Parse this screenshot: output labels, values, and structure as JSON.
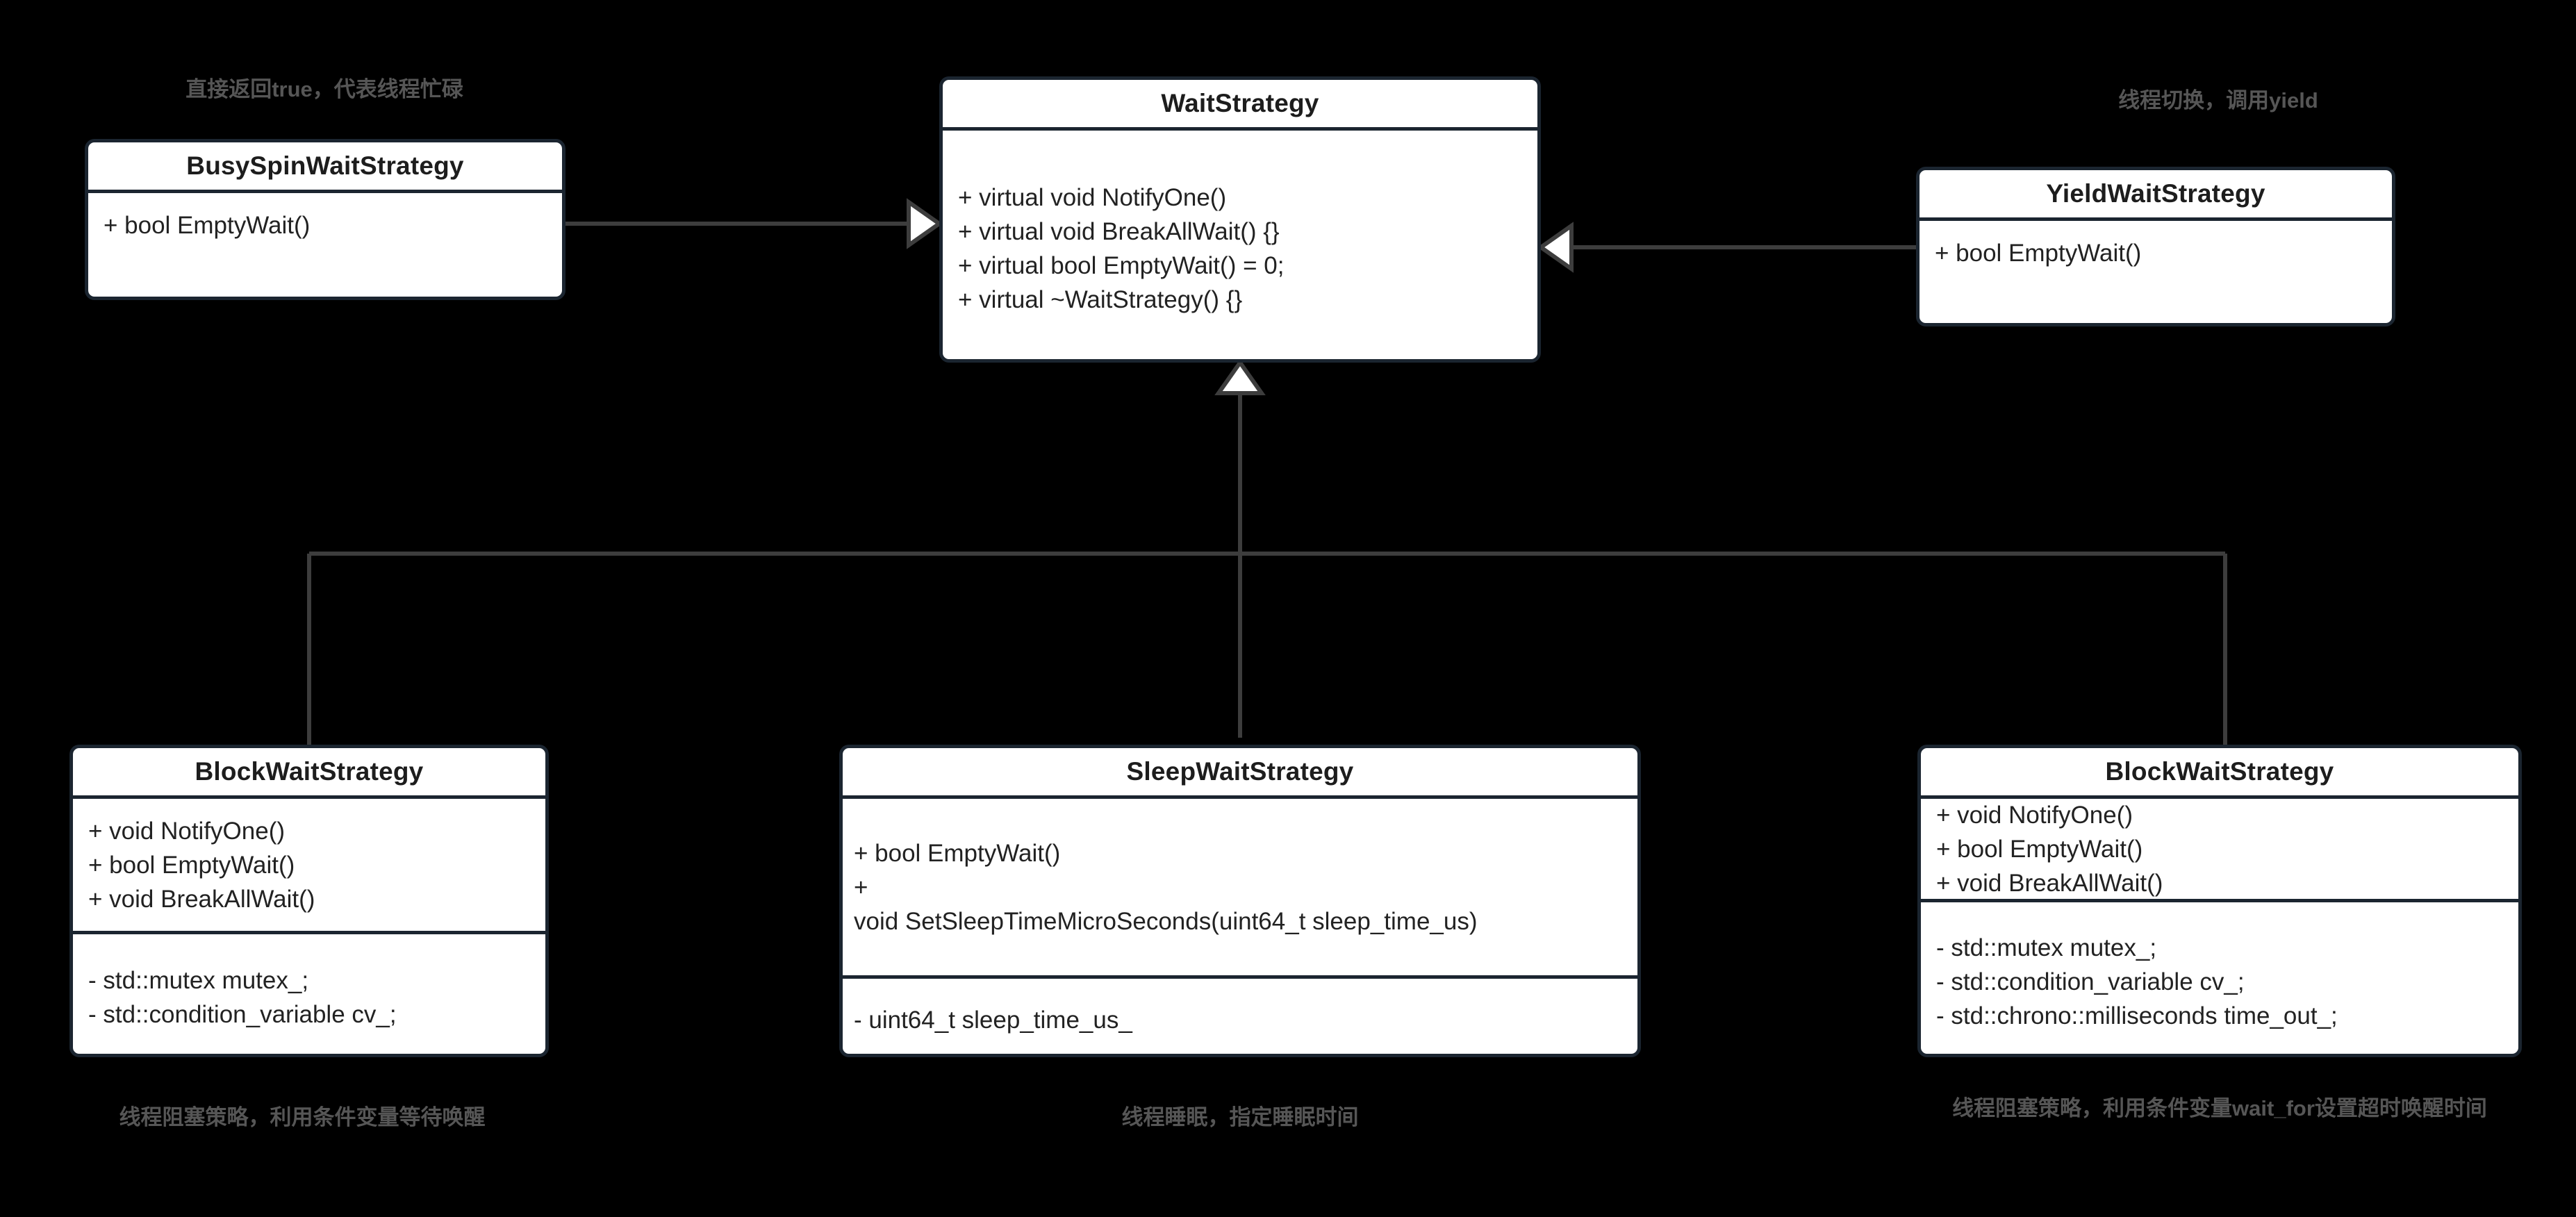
{
  "diagram": {
    "title": "WaitStrategy class hierarchy",
    "background_color": "#000000",
    "box_fill": "#ffffff",
    "box_border": "#1b2530",
    "annotation_color": "#565656",
    "edge_color": "#3d3d3d"
  },
  "classes": {
    "wait_strategy": {
      "name": "WaitStrategy",
      "methods": [
        "+ virtual void NotifyOne()",
        "+ virtual void BreakAllWait() {}",
        "+ virtual bool EmptyWait() = 0;",
        "+ virtual ~WaitStrategy() {}"
      ]
    },
    "busy_spin": {
      "name": "BusySpinWaitStrategy",
      "methods": [
        "+ bool EmptyWait()"
      ]
    },
    "yield": {
      "name": "YieldWaitStrategy",
      "methods": [
        "+ bool EmptyWait()"
      ]
    },
    "block_left": {
      "name": "BlockWaitStrategy",
      "methods": [
        "+ void NotifyOne()",
        "+ bool EmptyWait()",
        "+ void BreakAllWait()"
      ],
      "attributes": [
        "- std::mutex mutex_;",
        "- std::condition_variable cv_;"
      ]
    },
    "sleep": {
      "name": "SleepWaitStrategy",
      "methods": [
        "+ bool EmptyWait()",
        "+",
        "void SetSleepTimeMicroSeconds(uint64_t sleep_time_us)"
      ],
      "attributes": [
        "- uint64_t sleep_time_us_"
      ]
    },
    "block_right": {
      "name": "BlockWaitStrategy",
      "methods": [
        "+ void NotifyOne()",
        "+ bool EmptyWait()",
        "+ void BreakAllWait()"
      ],
      "attributes": [
        "- std::mutex mutex_;",
        "- std::condition_variable cv_;",
        "- std::chrono::milliseconds time_out_;"
      ]
    }
  },
  "annotations": {
    "busy_spin_note": "直接返回true，代表线程忙碌",
    "yield_note": "线程切换，调用yield",
    "block_left_note": "线程阻塞策略，利用条件变量等待唤醒",
    "sleep_note": "线程睡眠，指定睡眠时间",
    "block_right_note": "线程阻塞策略，利用条件变量wait_for设置超时唤醒时间"
  },
  "relations": [
    {
      "from": "BusySpinWaitStrategy",
      "to": "WaitStrategy",
      "type": "generalization"
    },
    {
      "from": "YieldWaitStrategy",
      "to": "WaitStrategy",
      "type": "generalization"
    },
    {
      "from": "BlockWaitStrategy",
      "to": "WaitStrategy",
      "type": "generalization"
    },
    {
      "from": "SleepWaitStrategy",
      "to": "WaitStrategy",
      "type": "generalization"
    },
    {
      "from": "BlockWaitStrategy",
      "to": "WaitStrategy",
      "type": "generalization"
    }
  ]
}
